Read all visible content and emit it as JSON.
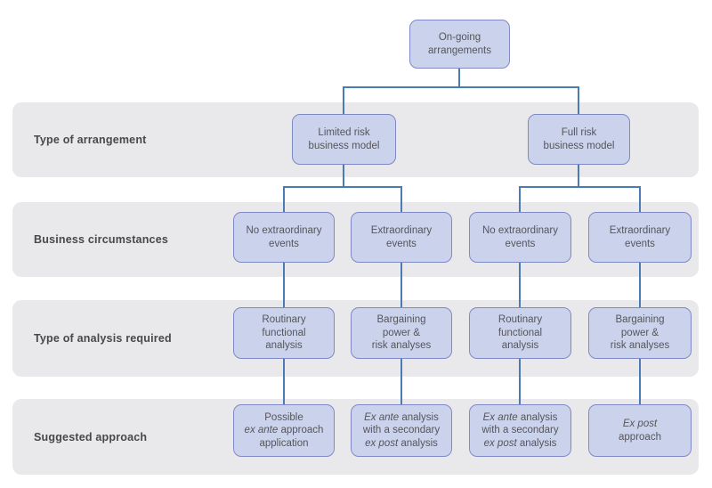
{
  "palette": {
    "band_background": "#e9e9eb",
    "node_fill": "#cbd2ec",
    "node_border": "#8089c7",
    "connector": "#4a7bb5",
    "node_text": "#55565a",
    "label_text": "#47484a",
    "page_background": "#ffffff"
  },
  "root": {
    "lines": [
      "On-going",
      "arrangements"
    ]
  },
  "rows": [
    {
      "label": "Type of arrangement",
      "boxes": [
        {
          "lines": [
            "Limited risk",
            "business model"
          ]
        },
        {
          "lines": [
            "Full risk",
            "business model"
          ]
        }
      ]
    },
    {
      "label": "Business circumstances",
      "boxes": [
        {
          "lines": [
            "No extraordinary",
            "events"
          ]
        },
        {
          "lines": [
            "Extraordinary",
            "events"
          ]
        },
        {
          "lines": [
            "No extraordinary",
            "events"
          ]
        },
        {
          "lines": [
            "Extraordinary",
            "events"
          ]
        }
      ]
    },
    {
      "label": "Type of analysis required",
      "boxes": [
        {
          "lines": [
            "Routinary",
            "functional",
            "analysis"
          ]
        },
        {
          "lines": [
            "Bargaining",
            "power &",
            "risk analyses"
          ]
        },
        {
          "lines": [
            "Routinary",
            "functional",
            "analysis"
          ]
        },
        {
          "lines": [
            "Bargaining",
            "power &",
            "risk analyses"
          ]
        }
      ]
    },
    {
      "label": "Suggested approach",
      "boxes": [
        {
          "lines": [
            [
              "Possible"
            ],
            [
              "ex ante",
              " approach"
            ],
            [
              "application"
            ]
          ]
        },
        {
          "lines": [
            [
              "Ex ante",
              " analysis"
            ],
            [
              "with a secondary"
            ],
            [
              "ex post",
              " analysis"
            ]
          ]
        },
        {
          "lines": [
            [
              "Ex ante",
              " analysis"
            ],
            [
              "with a secondary"
            ],
            [
              "ex post",
              " analysis"
            ]
          ]
        },
        {
          "lines": [
            [
              "Ex post"
            ],
            [
              "approach"
            ]
          ]
        }
      ]
    }
  ]
}
